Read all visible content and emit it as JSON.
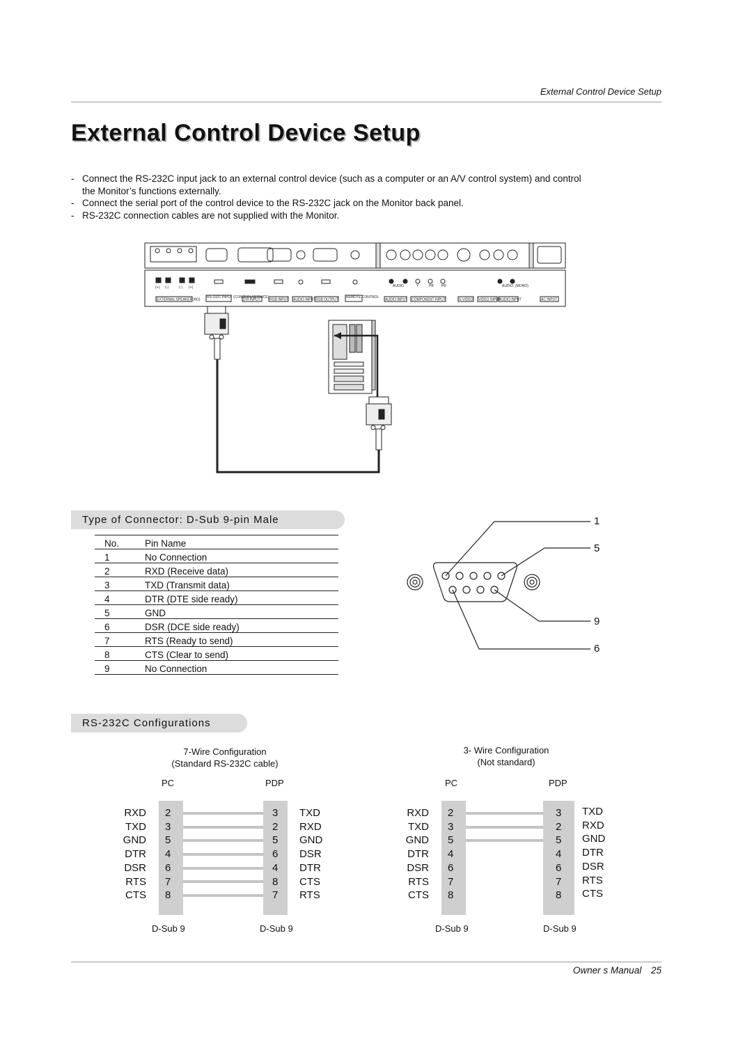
{
  "header": {
    "running_title": "External Control Device Setup"
  },
  "title": "External Control Device Setup",
  "bullets": [
    "Connect the RS-232C input jack to an external control device (such as a computer or an A/V control system) and control the Monitor’s functions externally.",
    "Connect the serial port of the control device to the RS-232C jack on the Monitor back panel.",
    "RS-232C connection cables are not supplied with the Monitor."
  ],
  "back_panel": {
    "labels": [
      "EXTERNAL SPEAKER (8Ω)",
      "RS-232C INPUT (CONTROL/SERVICE)",
      "DVI INPUT",
      "RGB INPUT",
      "AUDIO INPUT",
      "RGB OUTPUT",
      "REMOTE CONTROL",
      "AUDIO INPUT",
      "COMPONENT INPUT",
      "S-VIDEO",
      "VIDEO INPUT",
      "AUDIO INPUT",
      "AC INPUT"
    ],
    "sub_labels": [
      "(+)",
      "(-)",
      "(-)",
      "(+)",
      "AUDIO",
      "Y",
      "PB",
      "PR",
      "AUDIO",
      "(MONO)"
    ]
  },
  "connector_section": {
    "heading": "Type of Connector: D-Sub 9-pin Male",
    "table_header": {
      "no": "No.",
      "name": "Pin Name"
    },
    "pins": [
      {
        "no": "1",
        "name": "No Connection"
      },
      {
        "no": "2",
        "name": "RXD (Receive data)"
      },
      {
        "no": "3",
        "name": "TXD (Transmit data)"
      },
      {
        "no": "4",
        "name": "DTR (DTE side ready)"
      },
      {
        "no": "5",
        "name": "GND"
      },
      {
        "no": "6",
        "name": "DSR (DCE side ready)"
      },
      {
        "no": "7",
        "name": "RTS (Ready to send)"
      },
      {
        "no": "8",
        "name": "CTS (Clear to send)"
      },
      {
        "no": "9",
        "name": "No Connection"
      }
    ],
    "diagram_pin_labels": [
      "1",
      "5",
      "9",
      "6"
    ]
  },
  "config_section": {
    "heading": "RS-232C Configurations",
    "seven_wire": {
      "caption_line1": "7-Wire Configuration",
      "caption_line2": "(Standard RS-232C cable)",
      "left_header": "PC",
      "right_header": "PDP",
      "left_signals": [
        "RXD",
        "TXD",
        "GND",
        "DTR",
        "DSR",
        "RTS",
        "CTS"
      ],
      "left_pins": [
        "2",
        "3",
        "5",
        "4",
        "6",
        "7",
        "8"
      ],
      "right_pins": [
        "3",
        "2",
        "5",
        "6",
        "4",
        "8",
        "7"
      ],
      "right_signals": [
        "TXD",
        "RXD",
        "GND",
        "DSR",
        "DTR",
        "CTS",
        "RTS"
      ],
      "left_connector": "D-Sub 9",
      "right_connector": "D-Sub 9"
    },
    "three_wire": {
      "caption_line1": "3- Wire Configuration",
      "caption_line2": "(Not standard)",
      "left_header": "PC",
      "right_header": "PDP",
      "left_signals": [
        "RXD",
        "TXD",
        "GND",
        "DTR",
        "DSR",
        "RTS",
        "CTS"
      ],
      "left_pins": [
        "2",
        "3",
        "5",
        "4",
        "6",
        "7",
        "8"
      ],
      "right_pins": [
        "3",
        "2",
        "5",
        "4",
        "6",
        "7",
        "8"
      ],
      "right_signals": [
        "TXD",
        "RXD",
        "GND",
        "DTR",
        "DSR",
        "RTS",
        "CTS"
      ],
      "left_connector": "D-Sub 9",
      "right_connector": "D-Sub 9"
    }
  },
  "footer": {
    "label": "Owner s Manual",
    "page": "25"
  }
}
